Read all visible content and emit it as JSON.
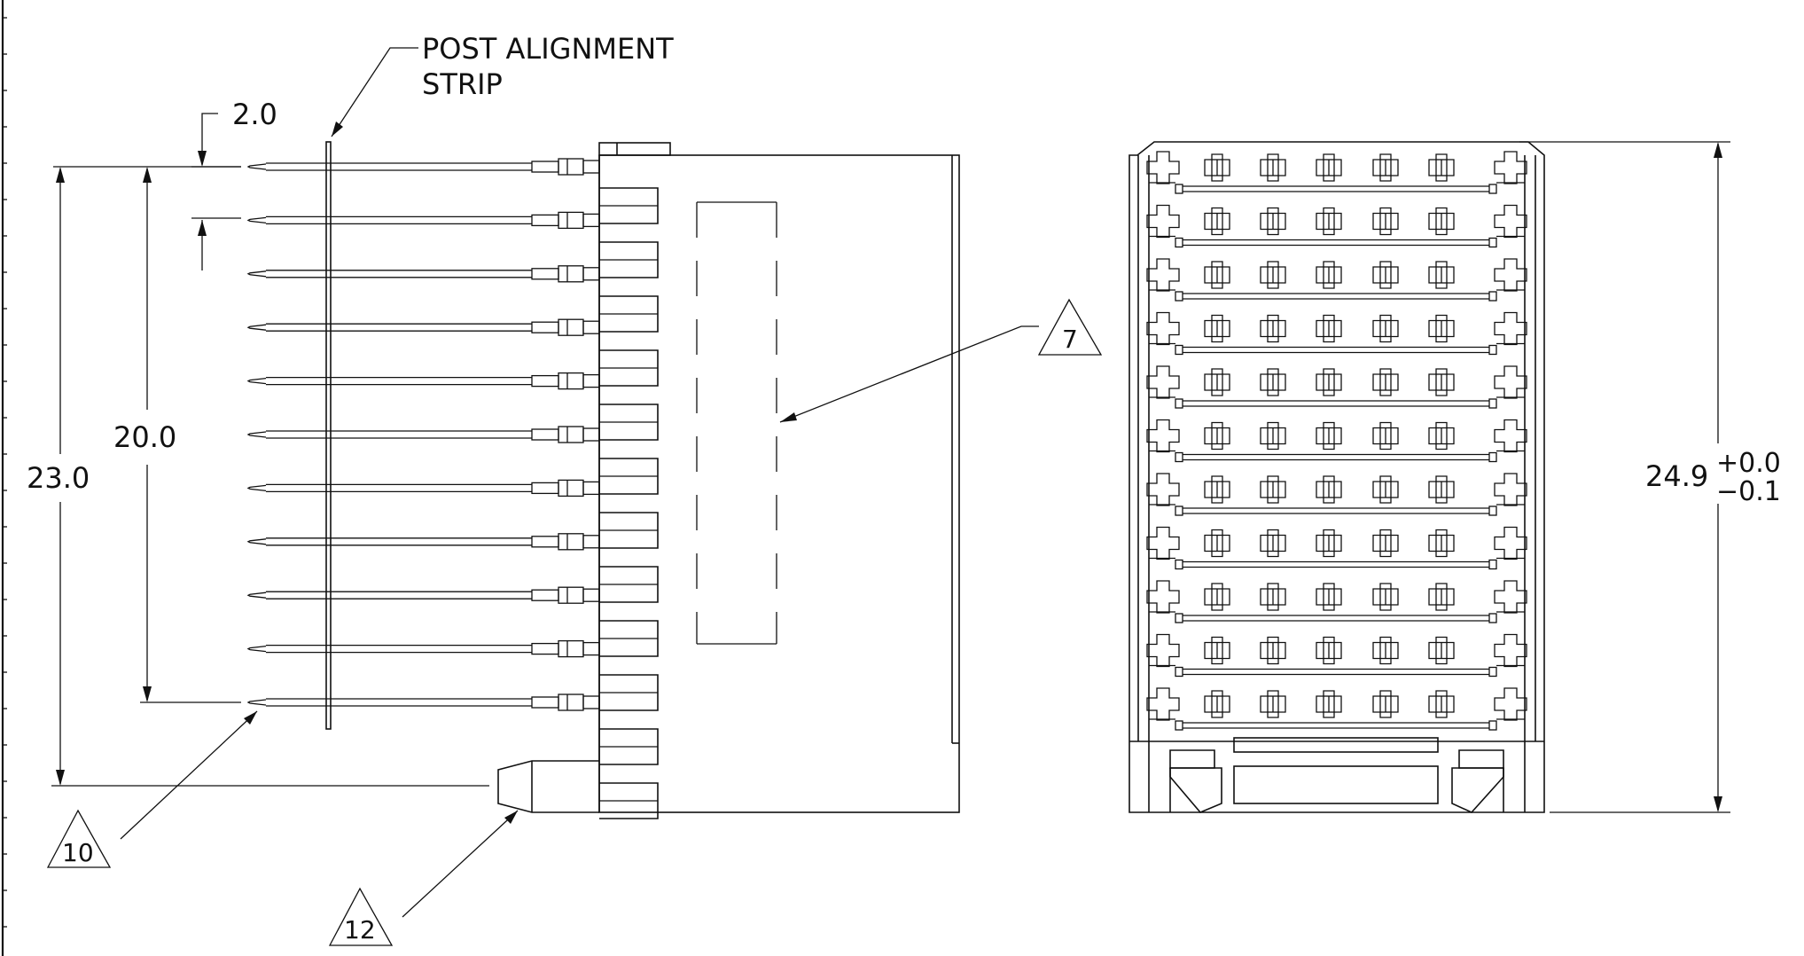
{
  "labels": {
    "post_alignment": [
      "POST ALIGNMENT",
      "STRIP"
    ],
    "pitch": "2.0",
    "span_inner": "20.0",
    "span_outer": "23.0",
    "height_main": "24.9",
    "tol_plus": "+0.0",
    "tol_minus": "−0.1"
  },
  "callouts": {
    "note_7": "7",
    "note_10": "10",
    "note_12": "12"
  }
}
